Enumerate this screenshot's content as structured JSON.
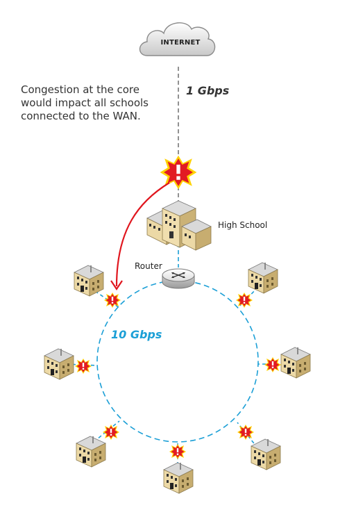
{
  "caption": "Congestion at the core would impact all schools connected to the WAN.",
  "internet_label": "INTERNET",
  "core_link_speed": "1 Gbps",
  "ring_speed": "10 Gbps",
  "high_school_label": "High School",
  "router_label": "Router",
  "alert_glyph": "!",
  "colors": {
    "ring": "#1b9fd6",
    "core_link": "#777777",
    "alert_red": "#e21b23",
    "alert_yellow": "#ffd200",
    "arrow_red": "#e0161e",
    "building": "#e6d19a"
  }
}
